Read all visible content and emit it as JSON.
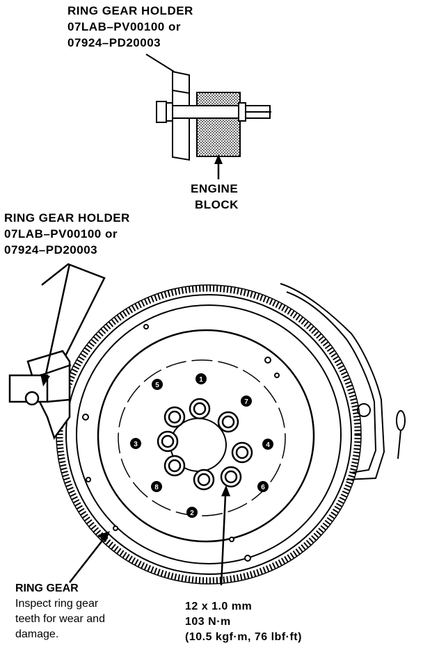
{
  "holder_top": {
    "title": "RING GEAR HOLDER",
    "part_a": "07LAB–PV00100 or",
    "part_b": "07924–PD20003"
  },
  "engine_block": {
    "line1": "ENGINE",
    "line2": "BLOCK"
  },
  "holder_left": {
    "title": "RING GEAR HOLDER",
    "part_a": "07LAB–PV00100 or",
    "part_b": "07924–PD20003"
  },
  "ring_gear": {
    "title": "RING GEAR",
    "note1": "Inspect ring gear",
    "note2": "teeth for wear and",
    "note3": "damage."
  },
  "bolt_spec": {
    "size": "12 x 1.0 mm",
    "torque": "103 N·m",
    "torque_alt": "(10.5 kgf·m, 76 lbf·ft)"
  },
  "sequence": [
    "1",
    "2",
    "3",
    "4",
    "5",
    "6",
    "7",
    "8"
  ]
}
